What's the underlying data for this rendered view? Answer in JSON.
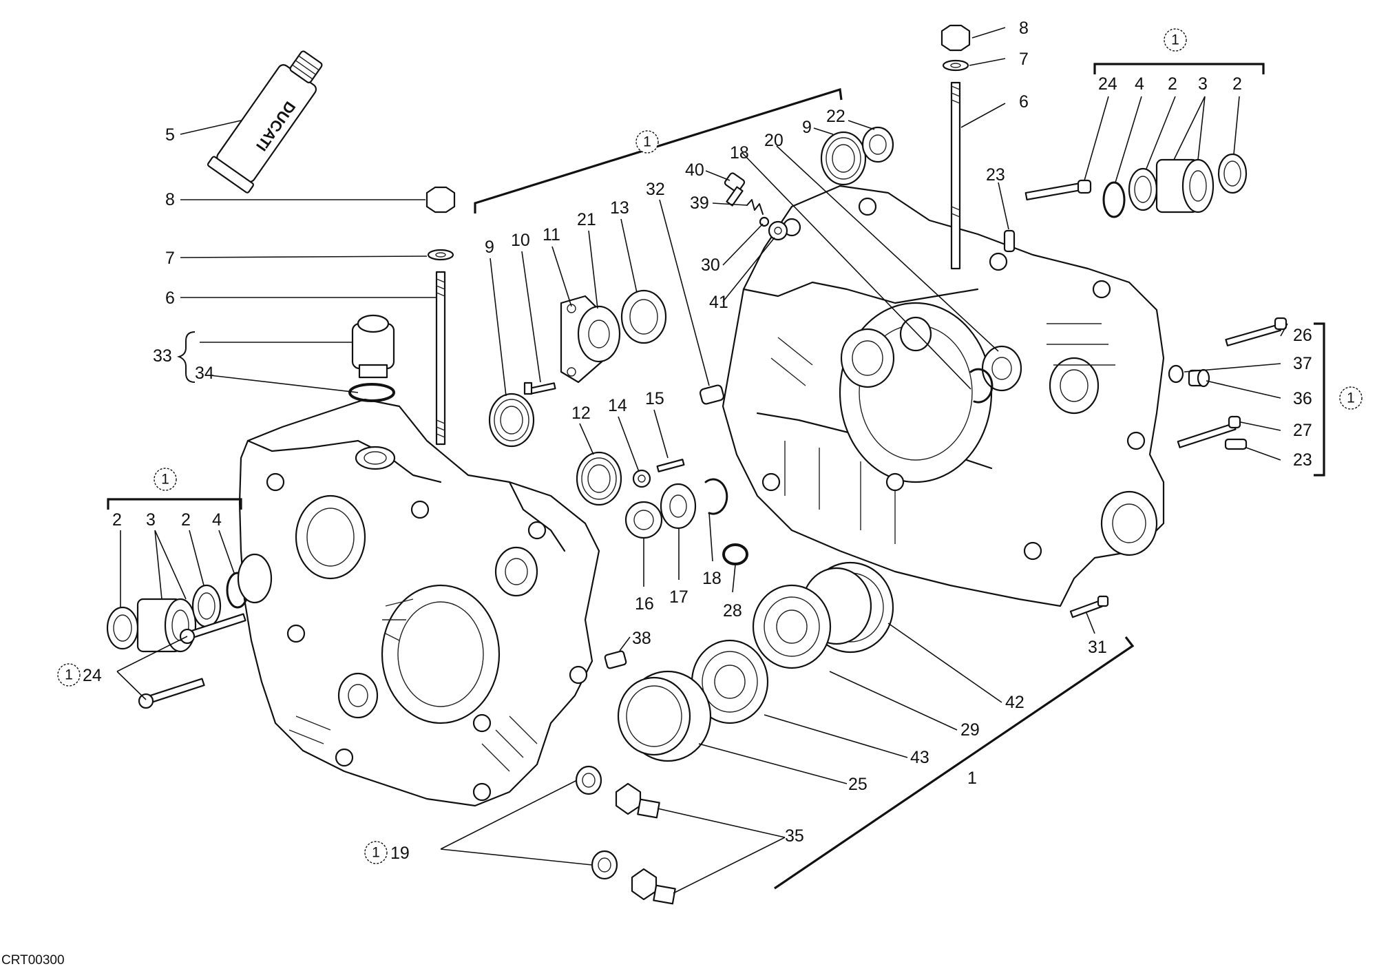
{
  "figure_code": "CRT00300",
  "tube_brand": "DUCATI",
  "kit_marker": "1",
  "callouts": [
    {
      "id": "c5",
      "text": "5"
    },
    {
      "id": "c8l",
      "text": "8"
    },
    {
      "id": "c7l",
      "text": "7"
    },
    {
      "id": "c6l",
      "text": "6"
    },
    {
      "id": "c33",
      "text": "33"
    },
    {
      "id": "c34",
      "text": "34"
    },
    {
      "id": "c2a",
      "text": "2"
    },
    {
      "id": "c3a",
      "text": "3"
    },
    {
      "id": "c2b",
      "text": "2"
    },
    {
      "id": "c4a",
      "text": "4"
    },
    {
      "id": "c24l",
      "text": "24"
    },
    {
      "id": "c19",
      "text": "19"
    },
    {
      "id": "c35",
      "text": "35"
    },
    {
      "id": "c9a",
      "text": "9"
    },
    {
      "id": "c10",
      "text": "10"
    },
    {
      "id": "c11",
      "text": "11"
    },
    {
      "id": "c21",
      "text": "21"
    },
    {
      "id": "c13",
      "text": "13"
    },
    {
      "id": "c32",
      "text": "32"
    },
    {
      "id": "c12",
      "text": "12"
    },
    {
      "id": "c14",
      "text": "14"
    },
    {
      "id": "c15",
      "text": "15"
    },
    {
      "id": "c16",
      "text": "16"
    },
    {
      "id": "c17",
      "text": "17"
    },
    {
      "id": "c18a",
      "text": "18"
    },
    {
      "id": "c28",
      "text": "28"
    },
    {
      "id": "c38",
      "text": "38"
    },
    {
      "id": "c40",
      "text": "40"
    },
    {
      "id": "c39",
      "text": "39"
    },
    {
      "id": "c30",
      "text": "30"
    },
    {
      "id": "c41",
      "text": "41"
    },
    {
      "id": "c18b",
      "text": "18"
    },
    {
      "id": "c20",
      "text": "20"
    },
    {
      "id": "c9b",
      "text": "9"
    },
    {
      "id": "c22",
      "text": "22"
    },
    {
      "id": "c8r",
      "text": "8"
    },
    {
      "id": "c7r",
      "text": "7"
    },
    {
      "id": "c6r",
      "text": "6"
    },
    {
      "id": "c23a",
      "text": "23"
    },
    {
      "id": "c24r",
      "text": "24"
    },
    {
      "id": "c4b",
      "text": "4"
    },
    {
      "id": "c2c",
      "text": "2"
    },
    {
      "id": "c3b",
      "text": "3"
    },
    {
      "id": "c2d",
      "text": "2"
    },
    {
      "id": "c26",
      "text": "26"
    },
    {
      "id": "c37",
      "text": "37"
    },
    {
      "id": "c36",
      "text": "36"
    },
    {
      "id": "c27",
      "text": "27"
    },
    {
      "id": "c23b",
      "text": "23"
    },
    {
      "id": "c31",
      "text": "31"
    },
    {
      "id": "c42",
      "text": "42"
    },
    {
      "id": "c29",
      "text": "29"
    },
    {
      "id": "c43",
      "text": "43"
    },
    {
      "id": "c25",
      "text": "25"
    },
    {
      "id": "c1",
      "text": "1"
    }
  ]
}
